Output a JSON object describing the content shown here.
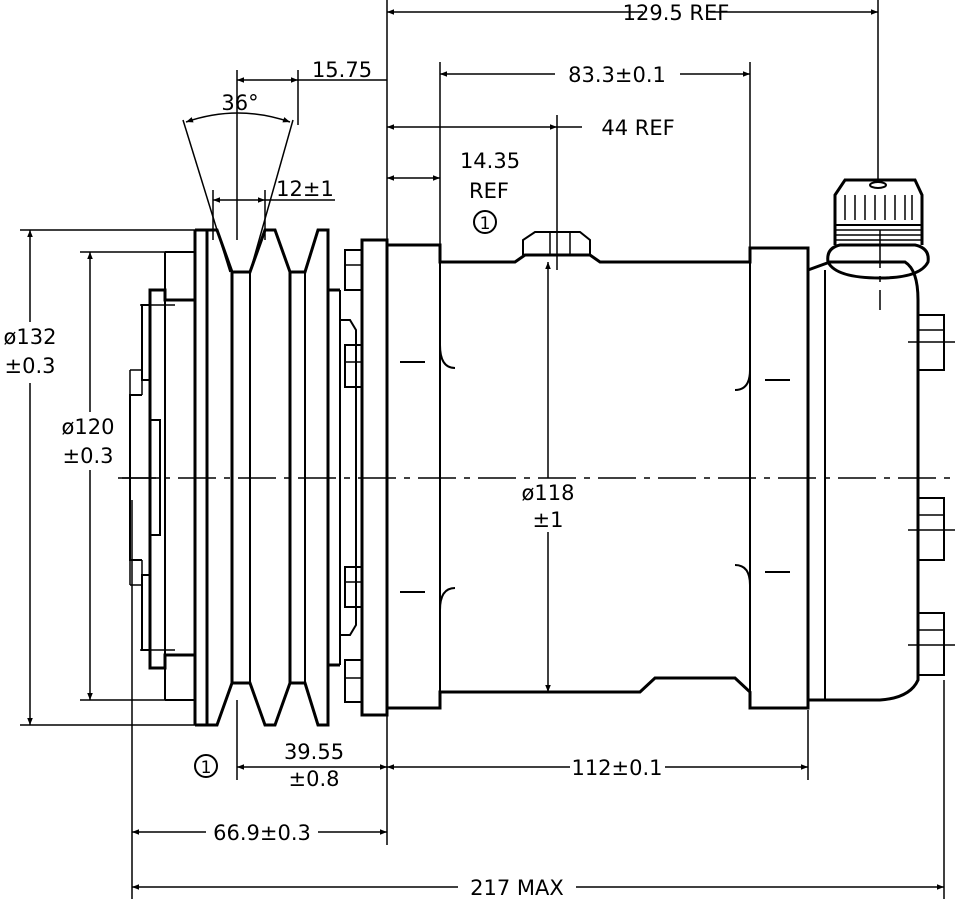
{
  "dimensions": {
    "overall_length": "129.5 REF",
    "body_length": "83.3±0.1",
    "offset_44": "44 REF",
    "flange_offset_line1": "14.35",
    "flange_offset_line2": "REF",
    "pulley_to_flange": "15.75",
    "groove_angle": "36°",
    "groove_width": "12±1",
    "dia_132_line1": "ø132",
    "dia_132_line2": "±0.3",
    "dia_120_line1": "ø120",
    "dia_120_line2": "±0.3",
    "dia_118_line1": "ø118",
    "dia_118_line2": "±1",
    "pulley_center_line1": "39.55",
    "pulley_center_line2": "±0.8",
    "mount_length": "112±0.1",
    "clutch_length": "66.9±0.3",
    "max_length": "217 MAX"
  },
  "callouts": {
    "note_1": "1"
  }
}
